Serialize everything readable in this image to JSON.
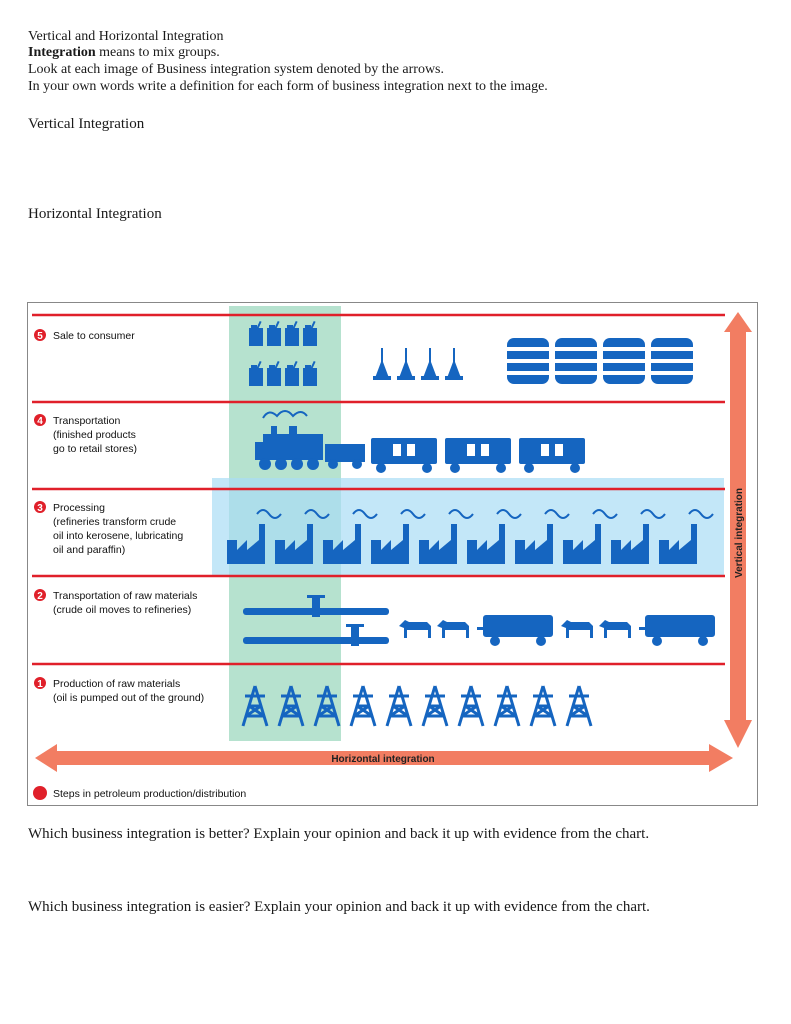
{
  "header": {
    "title": "Vertical and Horizontal Integration",
    "definition_term": "Integration",
    "definition_rest": " means to mix groups.",
    "instruction_1": "Look at each image of Business integration system denoted by the arrows.",
    "instruction_2": "In your own words write a definition for each form of business integration next to the image."
  },
  "sections": {
    "vertical": "Vertical Integration",
    "horizontal": "Horizontal Integration"
  },
  "figure": {
    "steps": [
      {
        "number": "5",
        "lines": [
          "Sale to consumer"
        ]
      },
      {
        "number": "4",
        "lines": [
          "Transportation",
          "(finished products",
          "go to retail stores)"
        ]
      },
      {
        "number": "3",
        "lines": [
          "Processing",
          "(refineries transform crude",
          "oil into kerosene, lubricating",
          "oil and paraffin)"
        ]
      },
      {
        "number": "2",
        "lines": [
          "Transportation of raw materials",
          "(crude oil moves to refineries)"
        ]
      },
      {
        "number": "1",
        "lines": [
          "Production of raw materials",
          "(oil is pumped out of the ground)"
        ]
      }
    ],
    "vertical_axis_label": "Vertical integration",
    "horizontal_axis_label": "Horizontal integration",
    "legend": "Steps in petroleum production/distribution",
    "colors": {
      "accent_red": "#e0202a",
      "icon_blue": "#1565c0",
      "arrow_salmon": "#f27d62",
      "highlight_green": "#8fd3b5",
      "highlight_blue": "#a9ddf5"
    }
  },
  "questions": {
    "q1": "Which business integration is better? Explain your opinion and back it up with evidence from the chart.",
    "q2": "Which business integration is easier? Explain your opinion and back it up with evidence from the chart."
  }
}
